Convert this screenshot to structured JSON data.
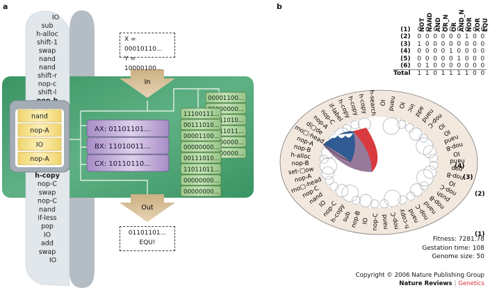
{
  "panel_a": {
    "label": "a",
    "tape_top": [
      "IO",
      "sub",
      "h-alloc",
      "shift-1",
      "swap",
      "nand",
      "nand",
      "shift-r",
      "nop-c",
      "shift-l",
      "nop-b"
    ],
    "cpu_window": [
      "nand",
      "nop-A",
      "IO",
      "nop-A"
    ],
    "tape_bottom": [
      "h-copy",
      "nop-C",
      "swap",
      "nop-C",
      "nand",
      "if-less",
      "pop",
      "IO",
      "add",
      "swap",
      "IO"
    ],
    "input_box": [
      "X = 00010110...",
      "Y = 10000100..."
    ],
    "in_label": "In",
    "out_label": "Out",
    "output_box": [
      "01101101...",
      "EQU!"
    ],
    "registers": [
      "AX: 01101101...",
      "BX: 11010011...",
      "CX: 10110110..."
    ],
    "stack_back": [
      "00001100...",
      "00000000...",
      "11010...",
      "11011...",
      "00000...",
      "00000..."
    ],
    "stack_front": [
      "11100111...",
      "00111010...",
      "00001100...",
      "00000000...",
      "00111010...",
      "11011011...",
      "00000000...",
      "00000000..."
    ],
    "colors": {
      "board": "#3f9a67",
      "register": "#b79fd0",
      "memory": "#a8cf98",
      "cpu_cell": "#f6e08e",
      "tape": "#d7dde3",
      "arrow": "#d9c29c"
    }
  },
  "panel_b": {
    "label": "b",
    "table": {
      "columns": [
        "NOT",
        "NAND",
        "AND",
        "OR_N",
        "OR",
        "AND_N",
        "NOR",
        "XOR",
        "EQU"
      ],
      "rows": [
        {
          "label": "(1)",
          "values": [
            0,
            0,
            0,
            1,
            0,
            0,
            0,
            0,
            0
          ]
        },
        {
          "label": "(2)",
          "values": [
            0,
            0,
            0,
            0,
            0,
            0,
            1,
            0,
            0
          ]
        },
        {
          "label": "(3)",
          "values": [
            1,
            0,
            0,
            0,
            0,
            0,
            0,
            0,
            0
          ]
        },
        {
          "label": "(4)",
          "values": [
            0,
            0,
            0,
            0,
            1,
            0,
            0,
            0,
            0
          ]
        },
        {
          "label": "(5)",
          "values": [
            0,
            0,
            0,
            0,
            0,
            1,
            0,
            0,
            0
          ]
        },
        {
          "label": "(6)",
          "values": [
            0,
            1,
            0,
            0,
            0,
            0,
            0,
            0,
            0
          ]
        }
      ],
      "total": {
        "label": "Total",
        "values": [
          1,
          1,
          0,
          1,
          1,
          1,
          1,
          0,
          0
        ]
      }
    },
    "genome": [
      "h-search",
      "IO",
      "nand",
      "IO",
      "inc",
      "add",
      "nand",
      "nop-C",
      "IO",
      "IO",
      "nand",
      "nop-B",
      "IO",
      "nand",
      "pop",
      "nop-B",
      "IO",
      "nop-C",
      "push",
      "nop-B",
      "nand",
      "nop-C",
      "nand",
      "h-copy",
      "nop-C",
      "nand",
      "nop-C",
      "IO",
      "nop-B",
      "sub",
      "h-copy",
      "nop-C",
      "IO",
      "nand",
      "nop-C",
      "mo□-head",
      "nop-A",
      "set-□ow",
      "nop-B",
      "h-alloc",
      "nop-B",
      "nop-A",
      "mo□-head",
      "di□de",
      "nop-A",
      "nop-C",
      "if-label",
      "h-copy",
      "h-copy",
      "h-copy"
    ],
    "site_labels": [
      "(1)",
      "(2)",
      "(3)",
      "(4)",
      "(5)",
      "(6)"
    ],
    "stats": [
      "Fitness: 7281.78",
      "Gestation time: 108",
      "Genome size: 50"
    ],
    "colors": {
      "ring": "#f2e6dc",
      "red": "#d93a3f",
      "blue": "#2f5a93",
      "mauve": "#8c6a8f"
    }
  },
  "footer": {
    "copyright": "Copyright © 2006 Nature Publishing Group",
    "journal": "Nature Reviews",
    "separator": "|",
    "section": "Genetics",
    "section_color": "#d3303b"
  }
}
